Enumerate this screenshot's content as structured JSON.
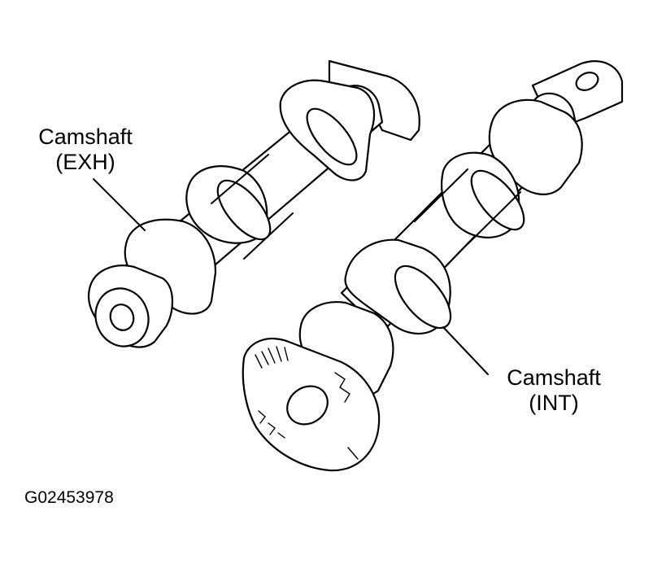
{
  "labels": {
    "exhaust": {
      "line1": "Camshaft",
      "line2": "(EXH)"
    },
    "intake": {
      "line1": "Camshaft",
      "line2": "(INT)"
    }
  },
  "figure_id": "G02453978",
  "colors": {
    "ink": "#000000",
    "paper": "#ffffff"
  }
}
